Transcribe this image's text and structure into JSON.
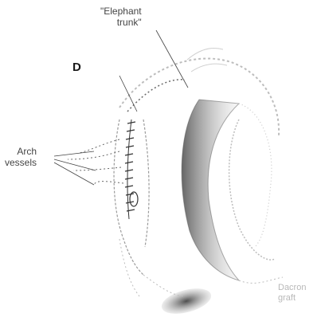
{
  "figure": {
    "panel_letter": "D",
    "labels": {
      "elephant_trunk_line1": "\"Elephant",
      "elephant_trunk_line2": "trunk\"",
      "arch_vessels_line1": "Arch",
      "arch_vessels_line2": "vessels",
      "dacron_graft_line1": "Dacron",
      "dacron_graft_line2": "graft"
    }
  },
  "colors": {
    "ink": "#333333",
    "shade": "#6a6a6a",
    "light": "#bdbdbd",
    "background": "#ffffff"
  }
}
